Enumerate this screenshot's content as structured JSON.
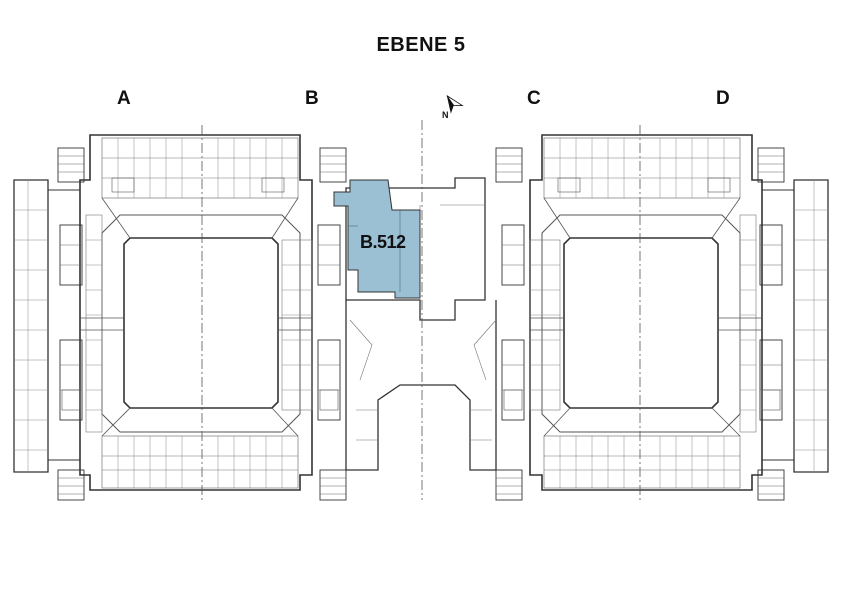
{
  "title": "EBENE 5",
  "wings": [
    {
      "key": "a",
      "label": "A"
    },
    {
      "key": "b",
      "label": "B"
    },
    {
      "key": "c",
      "label": "C"
    },
    {
      "key": "d",
      "label": "D"
    }
  ],
  "north_label": "N",
  "highlighted_room": {
    "label": "B.512",
    "color": "#9bbfd3"
  },
  "colors": {
    "walls": "#333333",
    "fine_lines": "#777777",
    "highlight": "#9bbfd3"
  },
  "icons": {
    "north_arrow": "north-arrow-icon"
  }
}
